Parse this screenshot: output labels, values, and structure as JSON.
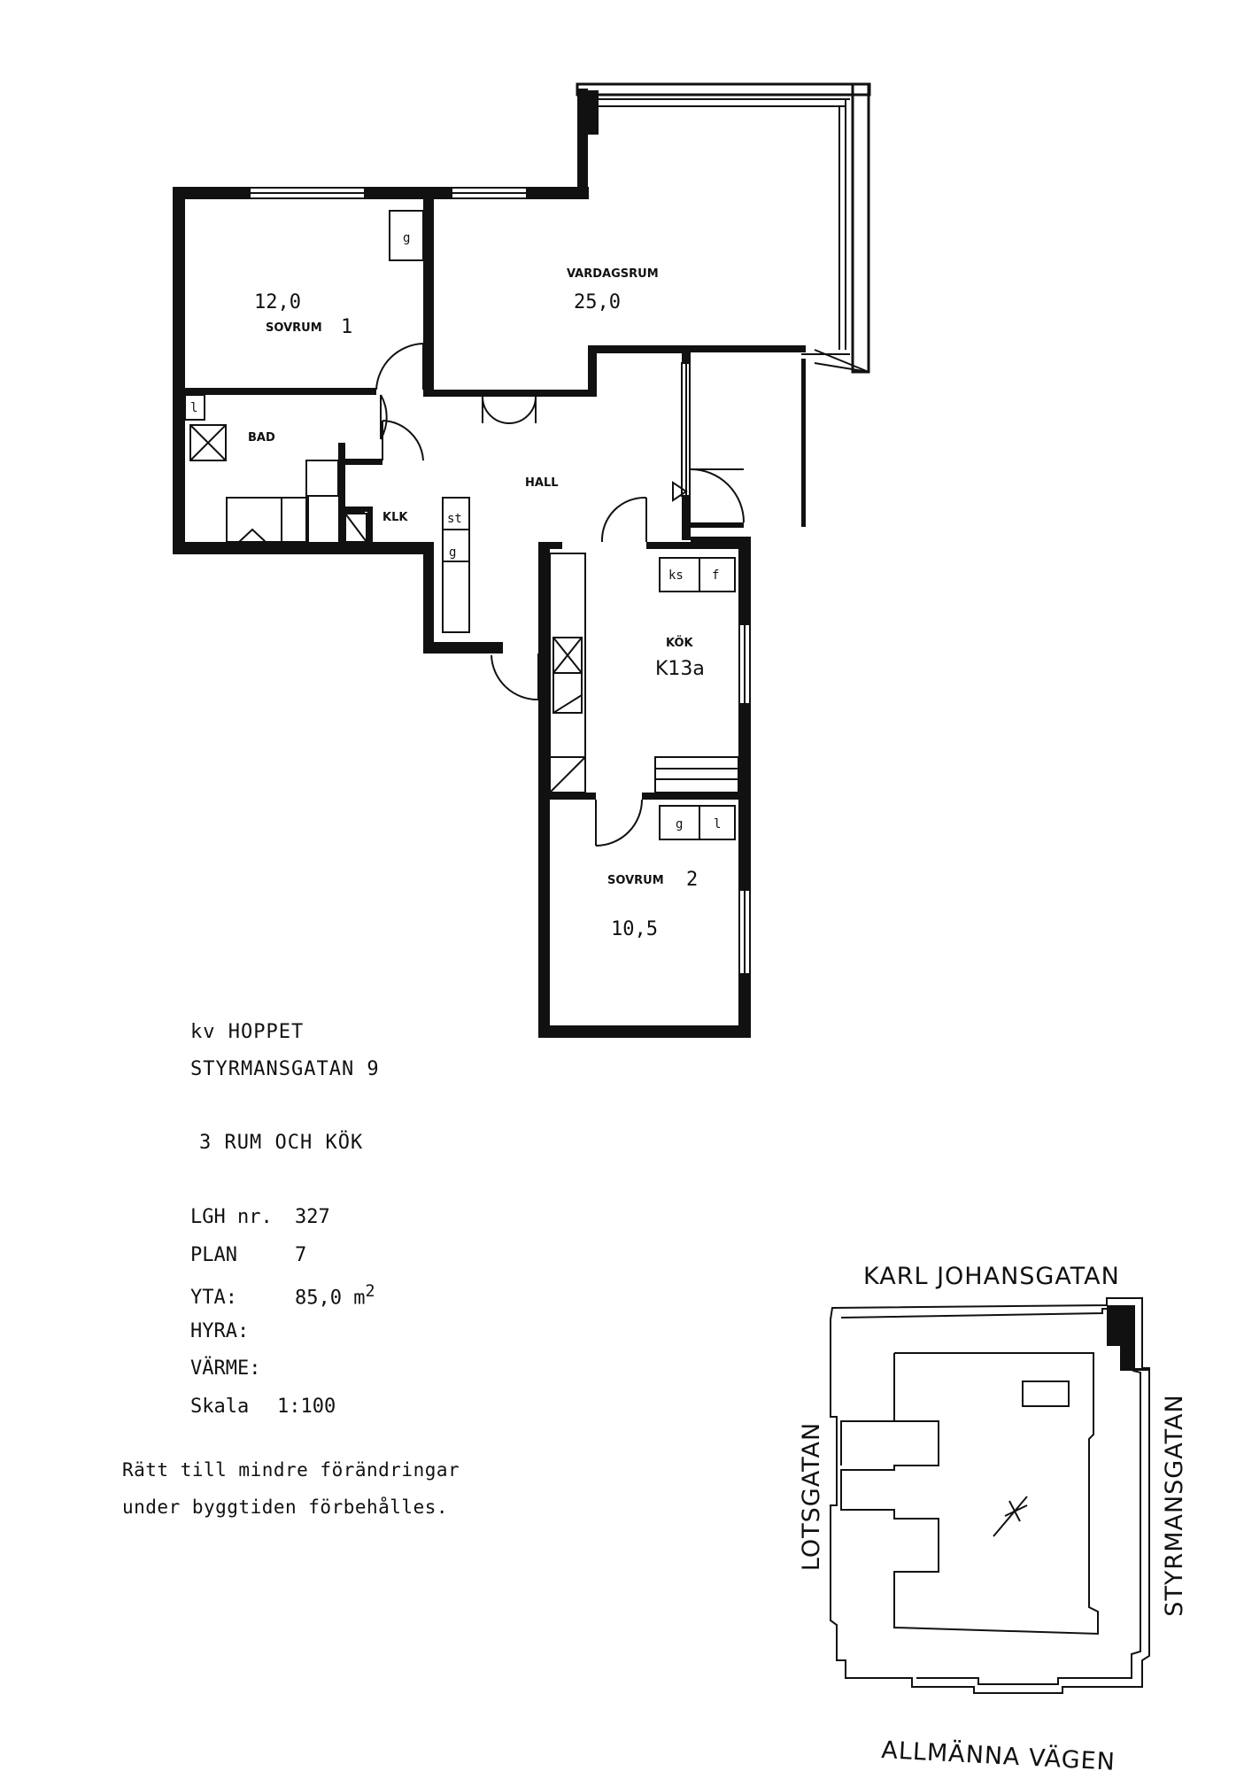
{
  "rooms": {
    "sovrum1": {
      "name": "SOVRUM",
      "num": "1",
      "area": "12,0",
      "fixture": "g"
    },
    "vardagsrum": {
      "name": "VARDAGSRUM",
      "area": "25,0"
    },
    "bad": {
      "name": "BAD",
      "fixture": "l"
    },
    "hall": {
      "name": "HALL",
      "f1": "st",
      "f2": "g"
    },
    "klk": {
      "name": "KLK"
    },
    "kok": {
      "name": "KÖK",
      "code": "K13a",
      "f1": "ks",
      "f2": "f"
    },
    "sovrum2": {
      "name": "SOVRUM",
      "num": "2",
      "area": "10,5",
      "f1": "g",
      "f2": "l"
    }
  },
  "info": {
    "block": "kv HOPPET",
    "street": "STYRMANSGATAN 9",
    "type": "3 RUM OCH KÖK",
    "rows": [
      {
        "key": "LGH nr.",
        "value": "327"
      },
      {
        "key": "PLAN",
        "value": "7"
      },
      {
        "key": "YTA:",
        "value": "85,0 m",
        "sup": "2"
      },
      {
        "key": "HYRA:",
        "value": ""
      },
      {
        "key": "VÄRME:",
        "value": ""
      },
      {
        "key": "Skala",
        "value": "1:100"
      }
    ],
    "note_line1": "Rätt till mindre förändringar",
    "note_line2": "under byggtiden förbehålles."
  },
  "site": {
    "north": "KARL JOHANSGATAN",
    "south": "ALLMÄNNA VÄGEN",
    "west": "LOTSGATAN",
    "east": "STYRMANSGATAN"
  }
}
